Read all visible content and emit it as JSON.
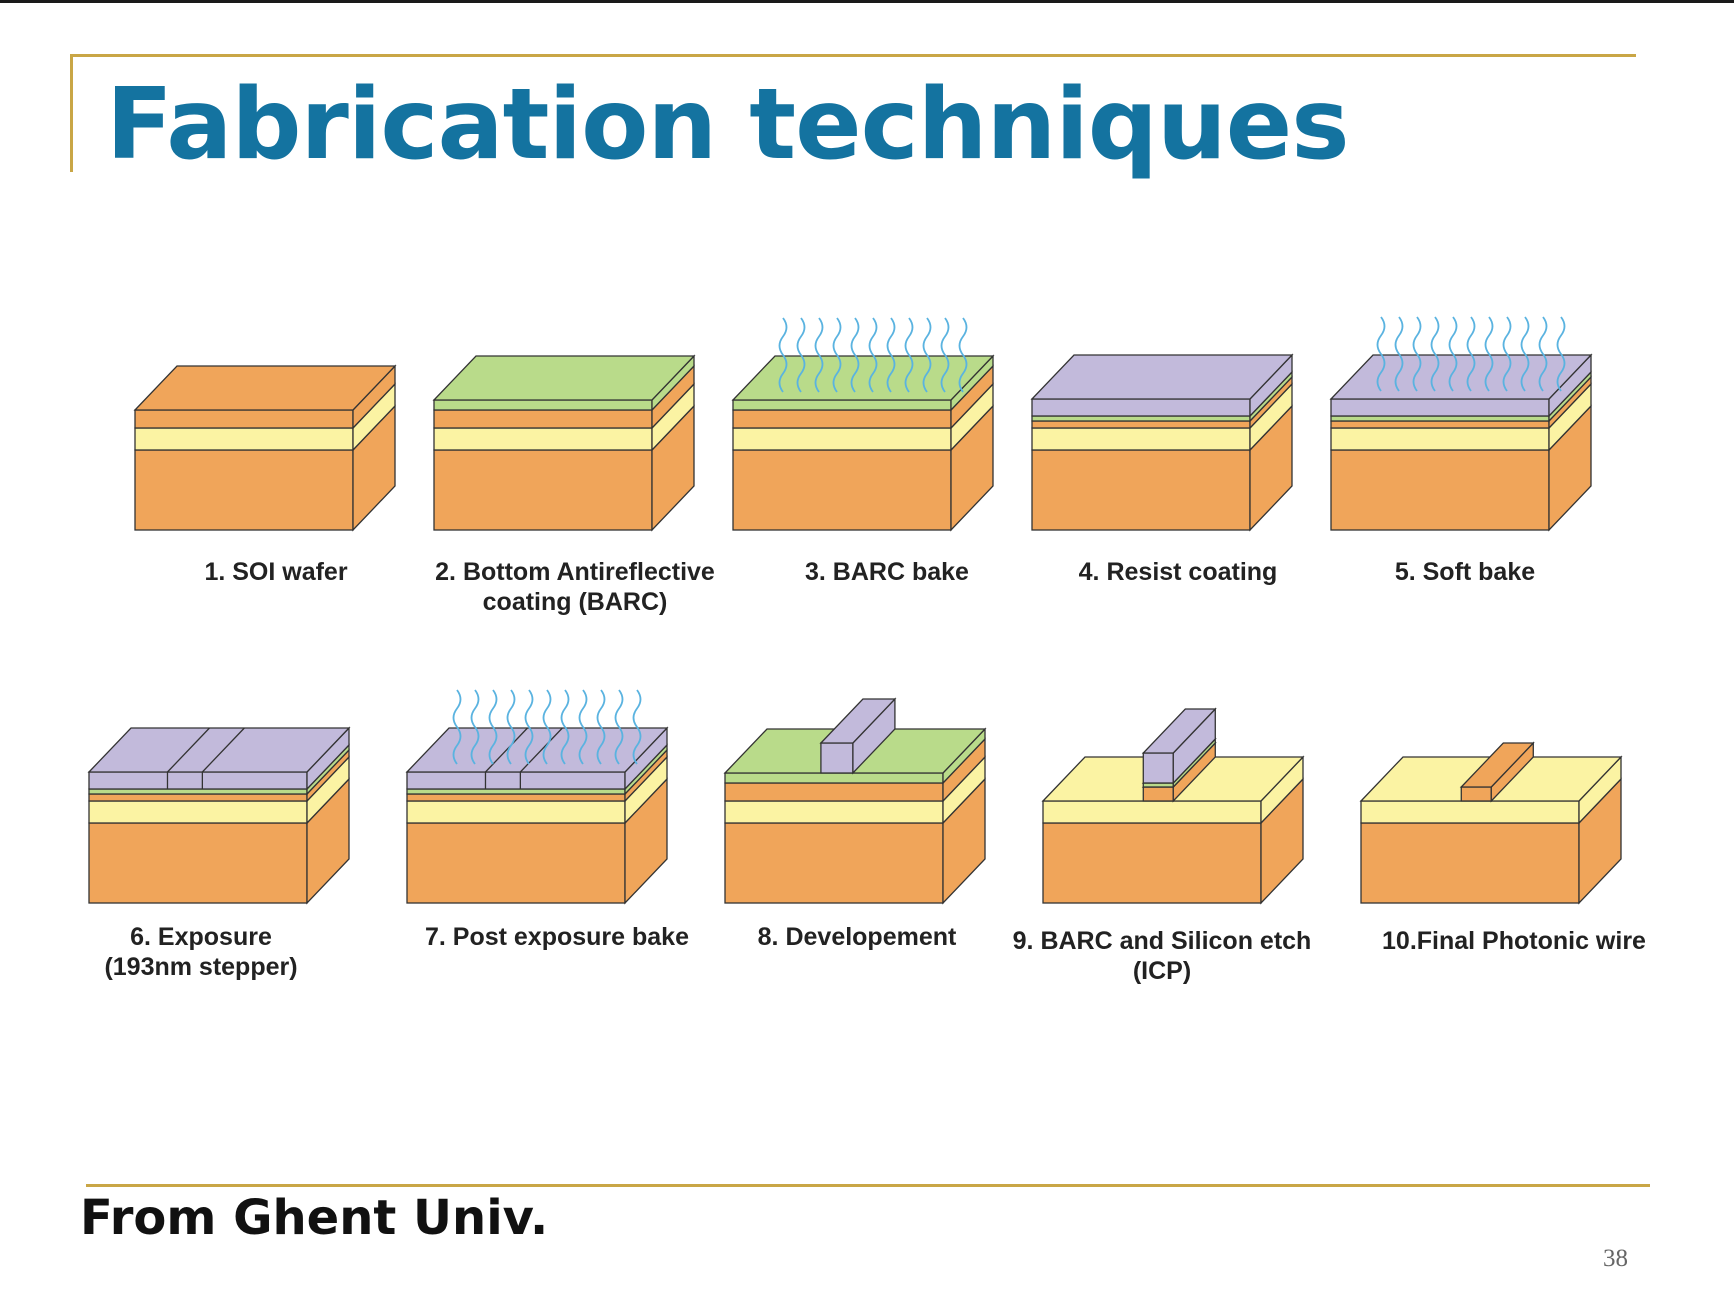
{
  "slide": {
    "title": "Fabrication techniques",
    "source": "From Ghent Univ.",
    "page_number": "38"
  },
  "colors": {
    "title": "#1473a0",
    "rule": "#c9a646",
    "silicon_substrate": "#f0a55a",
    "buried_oxide": "#fbf3a3",
    "silicon_device_layer": "#f0a55a",
    "barc": "#b9db8a",
    "resist": "#c2badb",
    "heat_waves": "#5ab3e0"
  },
  "steps": [
    {
      "id": 1,
      "label_lines": [
        "1. SOI wafer"
      ],
      "stack": [
        "si"
      ],
      "heat": false,
      "feature": "none"
    },
    {
      "id": 2,
      "label_lines": [
        "2. Bottom Antireflective",
        "coating (BARC)"
      ],
      "stack": [
        "si",
        "barc"
      ],
      "heat": false,
      "feature": "none"
    },
    {
      "id": 3,
      "label_lines": [
        "3. BARC bake"
      ],
      "stack": [
        "si",
        "barc"
      ],
      "heat": true,
      "feature": "none"
    },
    {
      "id": 4,
      "label_lines": [
        "4. Resist coating"
      ],
      "stack": [
        "si",
        "barc",
        "resist"
      ],
      "heat": false,
      "feature": "none"
    },
    {
      "id": 5,
      "label_lines": [
        "5. Soft bake"
      ],
      "stack": [
        "si",
        "barc",
        "resist"
      ],
      "heat": true,
      "feature": "none"
    },
    {
      "id": 6,
      "label_lines": [
        "6. Exposure",
        "(193nm stepper)"
      ],
      "stack": [
        "si",
        "barc",
        "resist"
      ],
      "heat": false,
      "feature": "exposed"
    },
    {
      "id": 7,
      "label_lines": [
        "7. Post exposure bake"
      ],
      "stack": [
        "si",
        "barc",
        "resist"
      ],
      "heat": true,
      "feature": "exposed"
    },
    {
      "id": 8,
      "label_lines": [
        "8. Developement"
      ],
      "stack": [
        "si",
        "barc"
      ],
      "heat": false,
      "feature": "resist-line"
    },
    {
      "id": 9,
      "label_lines": [
        "9. BARC and Silicon etch",
        "(ICP)"
      ],
      "stack": [],
      "heat": false,
      "feature": "etched-stack"
    },
    {
      "id": 10,
      "label_lines": [
        "10.Final Photonic wire"
      ],
      "stack": [],
      "heat": false,
      "feature": "wire"
    }
  ]
}
